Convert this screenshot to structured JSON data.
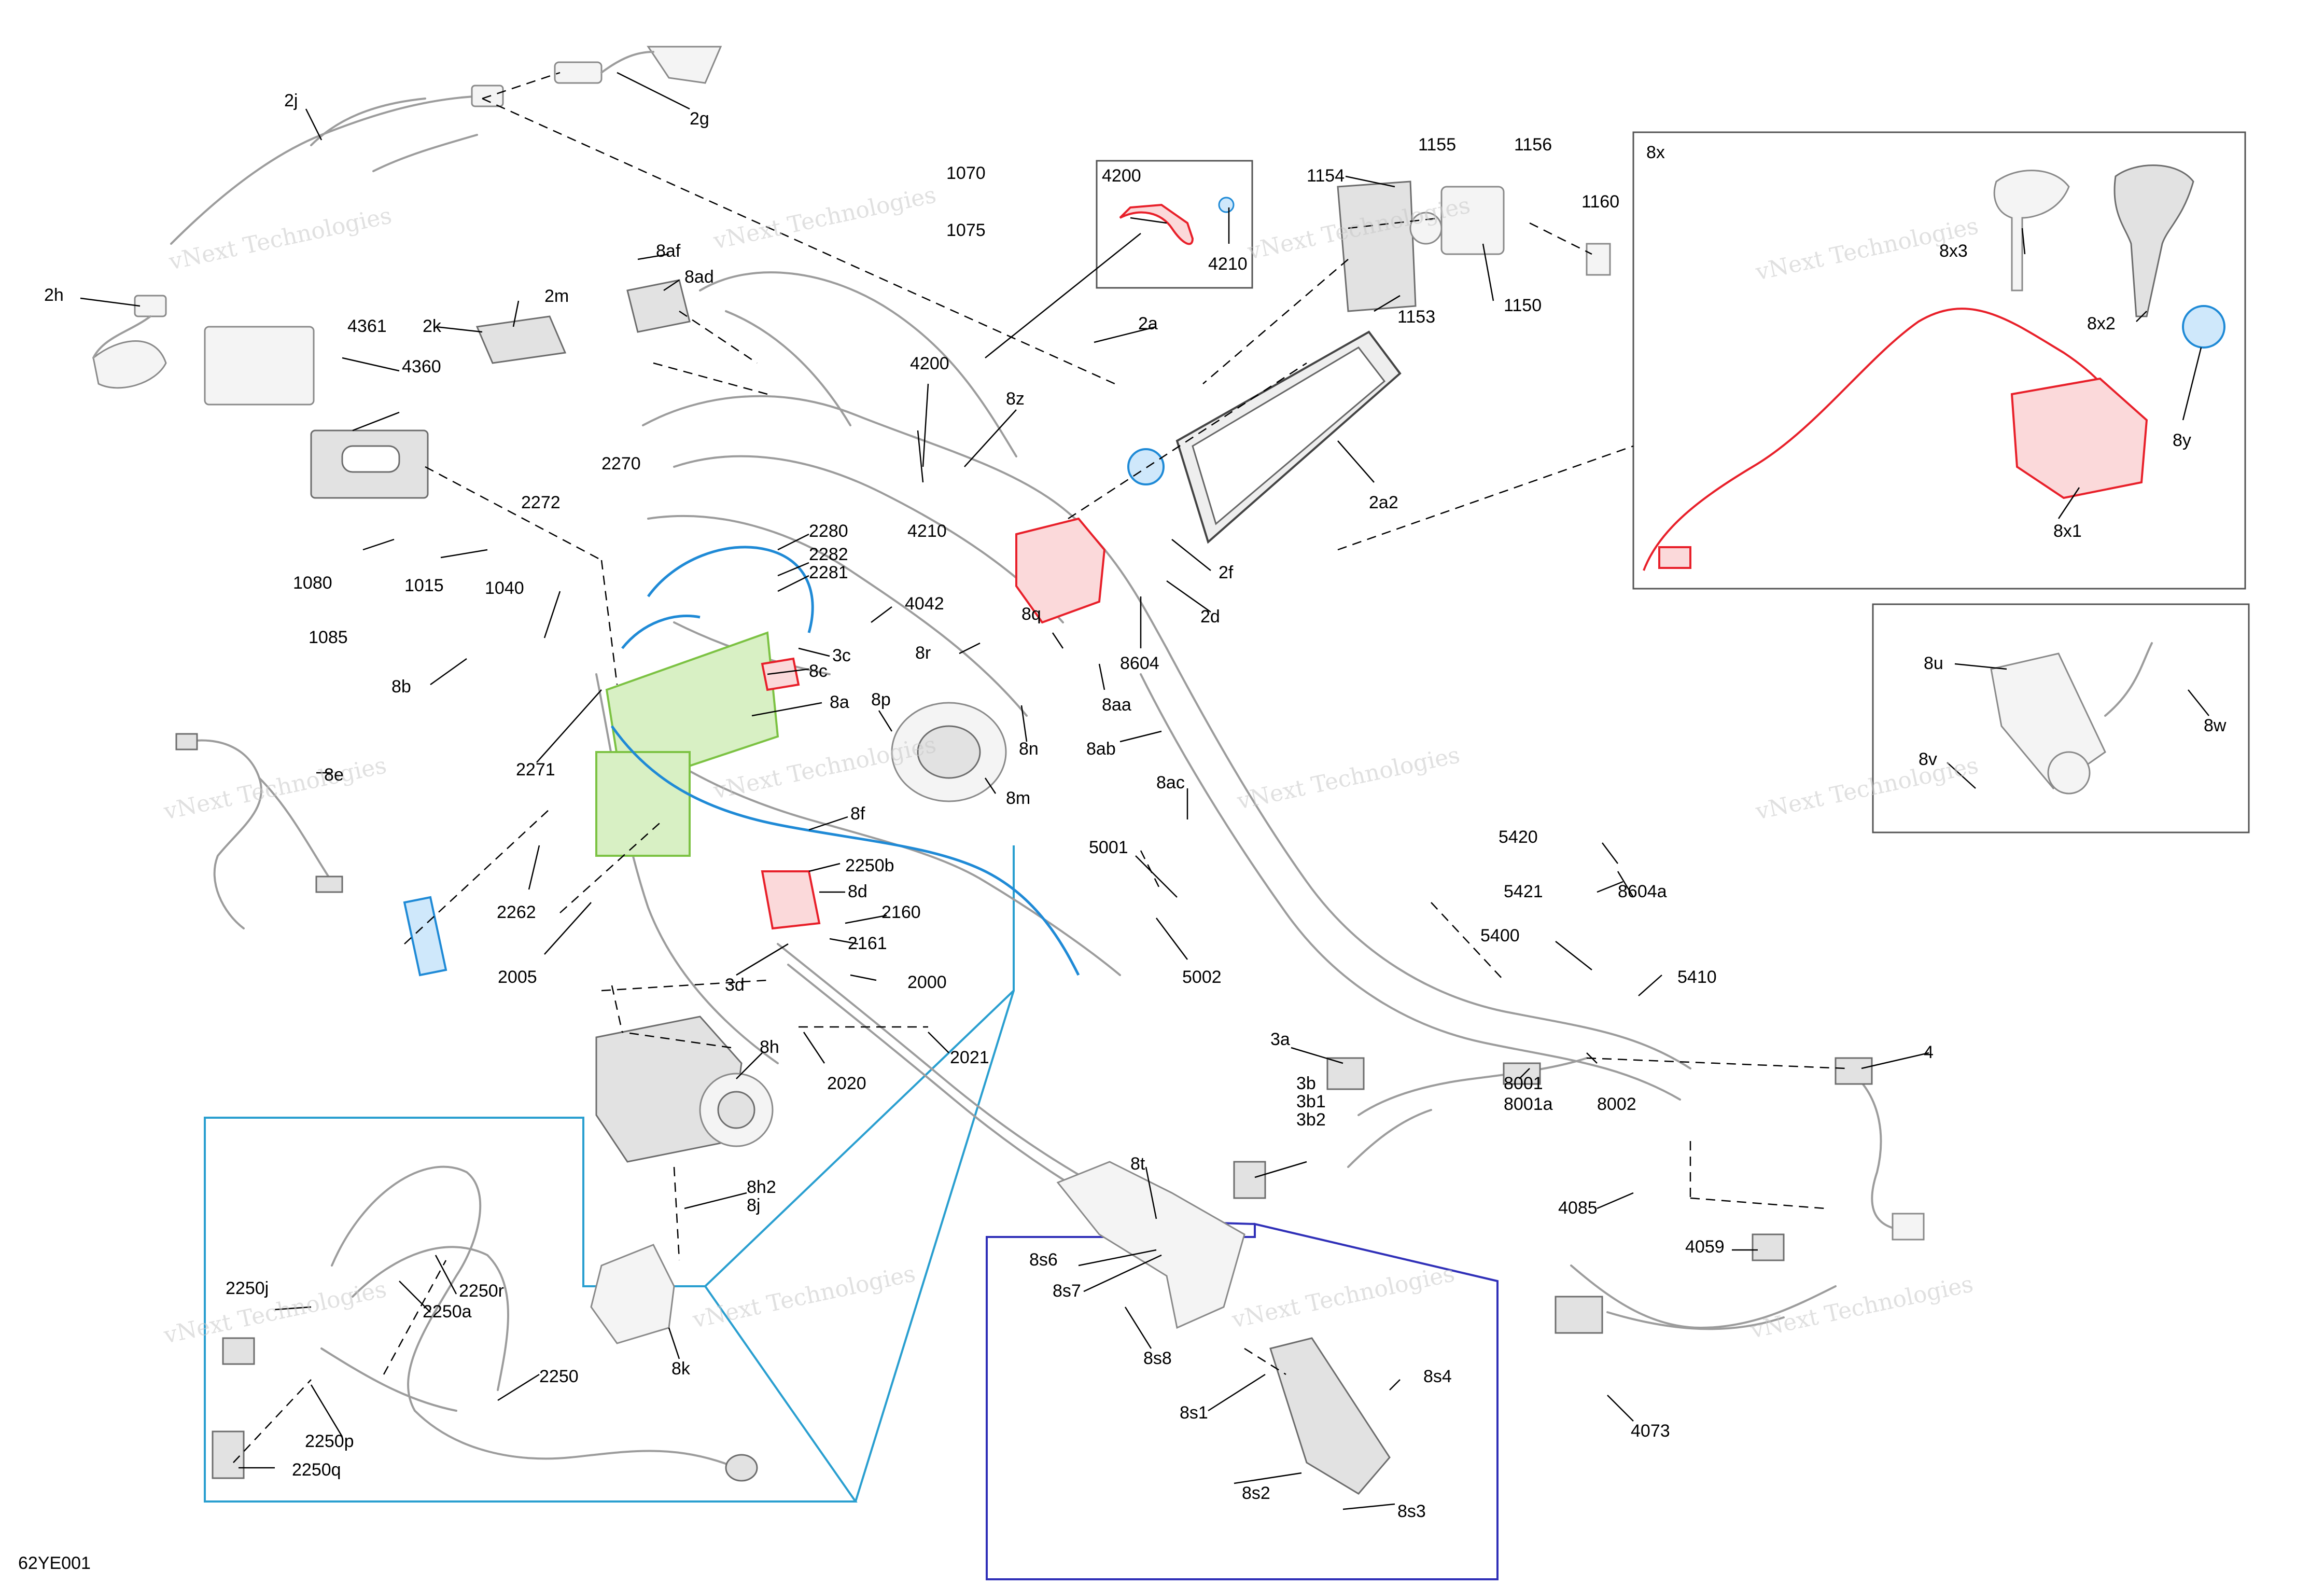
{
  "diagram_code": "62YE001",
  "watermark": "vNext Technologies",
  "colors": {
    "red": "#e8202a",
    "blue": "#1f8ad6",
    "green": "#7cc243",
    "cyan_box": "#2a9fd0",
    "navy_box": "#3030b8"
  },
  "labels": [
    "2j",
    "2g",
    "2h",
    "1070",
    "1075",
    "8af",
    "8ad",
    "2m",
    "2k",
    "4361",
    "4360",
    "4200",
    "4210",
    "1154",
    "1155",
    "1156",
    "1160",
    "1150",
    "1153",
    "2a",
    "2a2",
    "4200",
    "8z",
    "4210",
    "2270",
    "2272",
    "2280",
    "2282",
    "2281",
    "1080",
    "1015",
    "1040",
    "1085",
    "8b",
    "4042",
    "3c",
    "8c",
    "8a",
    "8r",
    "8q",
    "8aa",
    "8604",
    "2f",
    "2d",
    "8p",
    "8n",
    "8ab",
    "8m",
    "2271",
    "8e",
    "8f",
    "2250b",
    "8d",
    "2160",
    "2161",
    "2262",
    "2005",
    "3d",
    "2000",
    "5001",
    "5002",
    "8ac",
    "5420",
    "5421",
    "8604a",
    "5400",
    "5410",
    "8x",
    "8x3",
    "8x2",
    "8y",
    "8x1",
    "8u",
    "8w",
    "8v",
    "2020",
    "2021",
    "8h",
    "8h2",
    "8j",
    "8k",
    "3a",
    "3b",
    "3b1",
    "3b2",
    "8001",
    "8001a",
    "8002",
    "4",
    "8t",
    "8s6",
    "8s7",
    "8s8",
    "8s1",
    "8s4",
    "8s2",
    "8s3",
    "4085",
    "4059",
    "4073",
    "2250j",
    "2250r",
    "2250a",
    "2250",
    "2250p",
    "2250q"
  ]
}
